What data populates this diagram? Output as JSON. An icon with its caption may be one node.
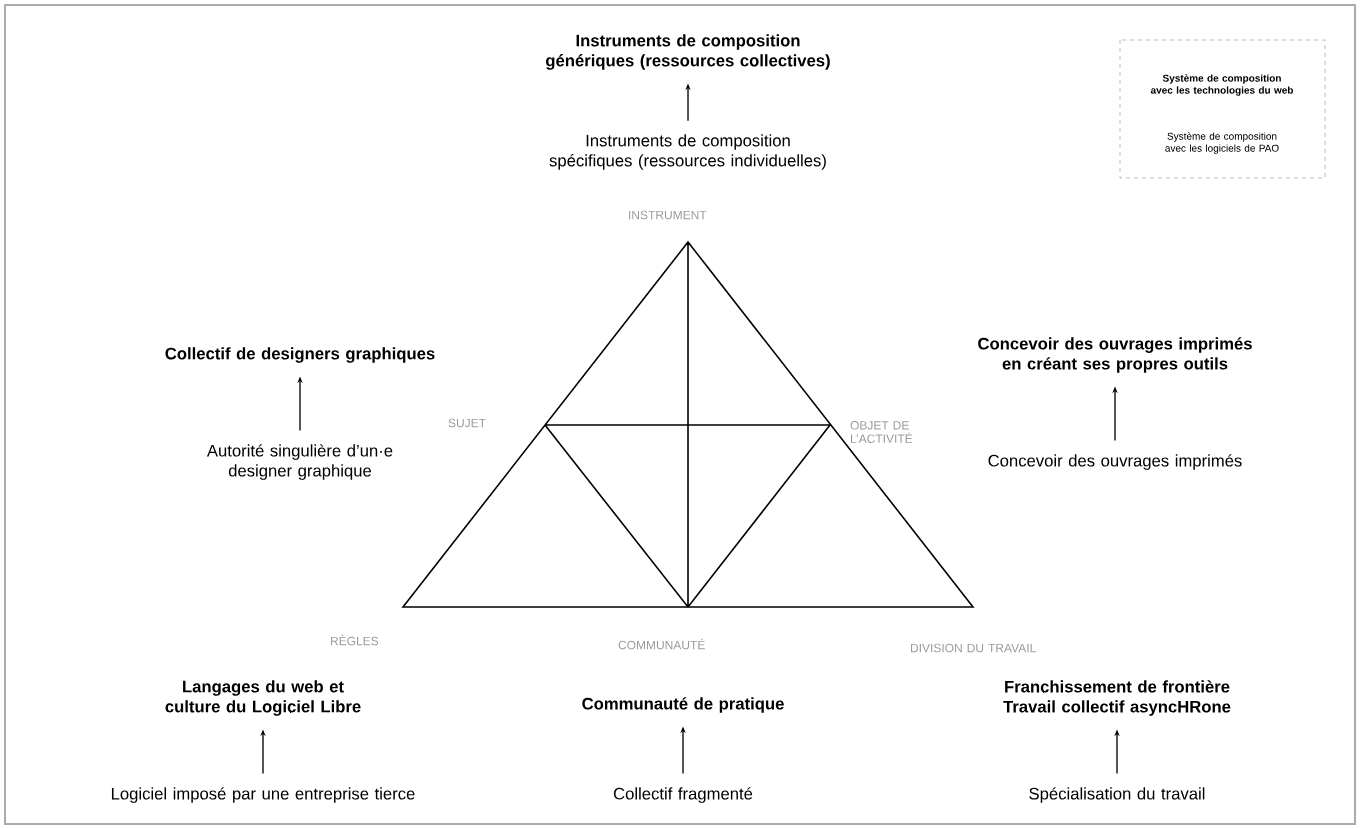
{
  "diagram": {
    "nodes": [
      {
        "text": [
          "Instruments de composition génériques (ressources collectives)"
        ]
      },
      {
        "text": [
          "Instruments de composition spécifiques (ressources individuelles)"
        ]
      },
      {
        "text": [
          "Collectif de designers graphiques"
        ]
      },
      {
        "text": [
          "Concevoir des ouvrages imprimés en créant ses propres outils"
        ]
      },
      {
        "text": [
          "Autorité singulière d’un·e designer graphique"
        ]
      },
      {
        "text": [
          "Concevoir des ouvrages imprimés"
        ]
      },
      {
        "text": [
          "Langages du web et culture du Logiciel Libre"
        ]
      },
      {
        "text": [
          "Communauté de pratique"
        ]
      },
      {
        "text": [
          "Franchissement de frontière Travail collectif asyncHRone"
        ]
      },
      {
        "text": [
          "Logiciel imposé par une entreprise tierce"
        ]
      },
      {
        "text": [
          "Collectif fragmenté"
        ]
      },
      {
        "text": [
          "Spécialisation du travail"
        ]
      }
    ],
    "edges": [
      {
        "from": 1,
        "to": 0,
        "arrow": "to"
      },
      {
        "from": 4,
        "to": 2,
        "arrow": "to"
      },
      {
        "from": 5,
        "to": 3,
        "arrow": "to"
      },
      {
        "from": 9,
        "to": 6,
        "arrow": "to"
      },
      {
        "from": 10,
        "to": 7,
        "arrow": "to"
      },
      {
        "from": 11,
        "to": 8,
        "arrow": "to"
      }
    ],
    "labels": [
      "INSTRUMENT",
      "SUJET",
      "OBJET DE L’ACTIVITÉ",
      "RÈGLES",
      "COMMUNAUTÉ",
      "DIVISION DU TRAVAIL"
    ],
    "legend": [
      {
        "text": "Système de composition avec les technologies du web"
      },
      {
        "text": "Système de composition avec les logiciels de PAO"
      }
    ]
  }
}
